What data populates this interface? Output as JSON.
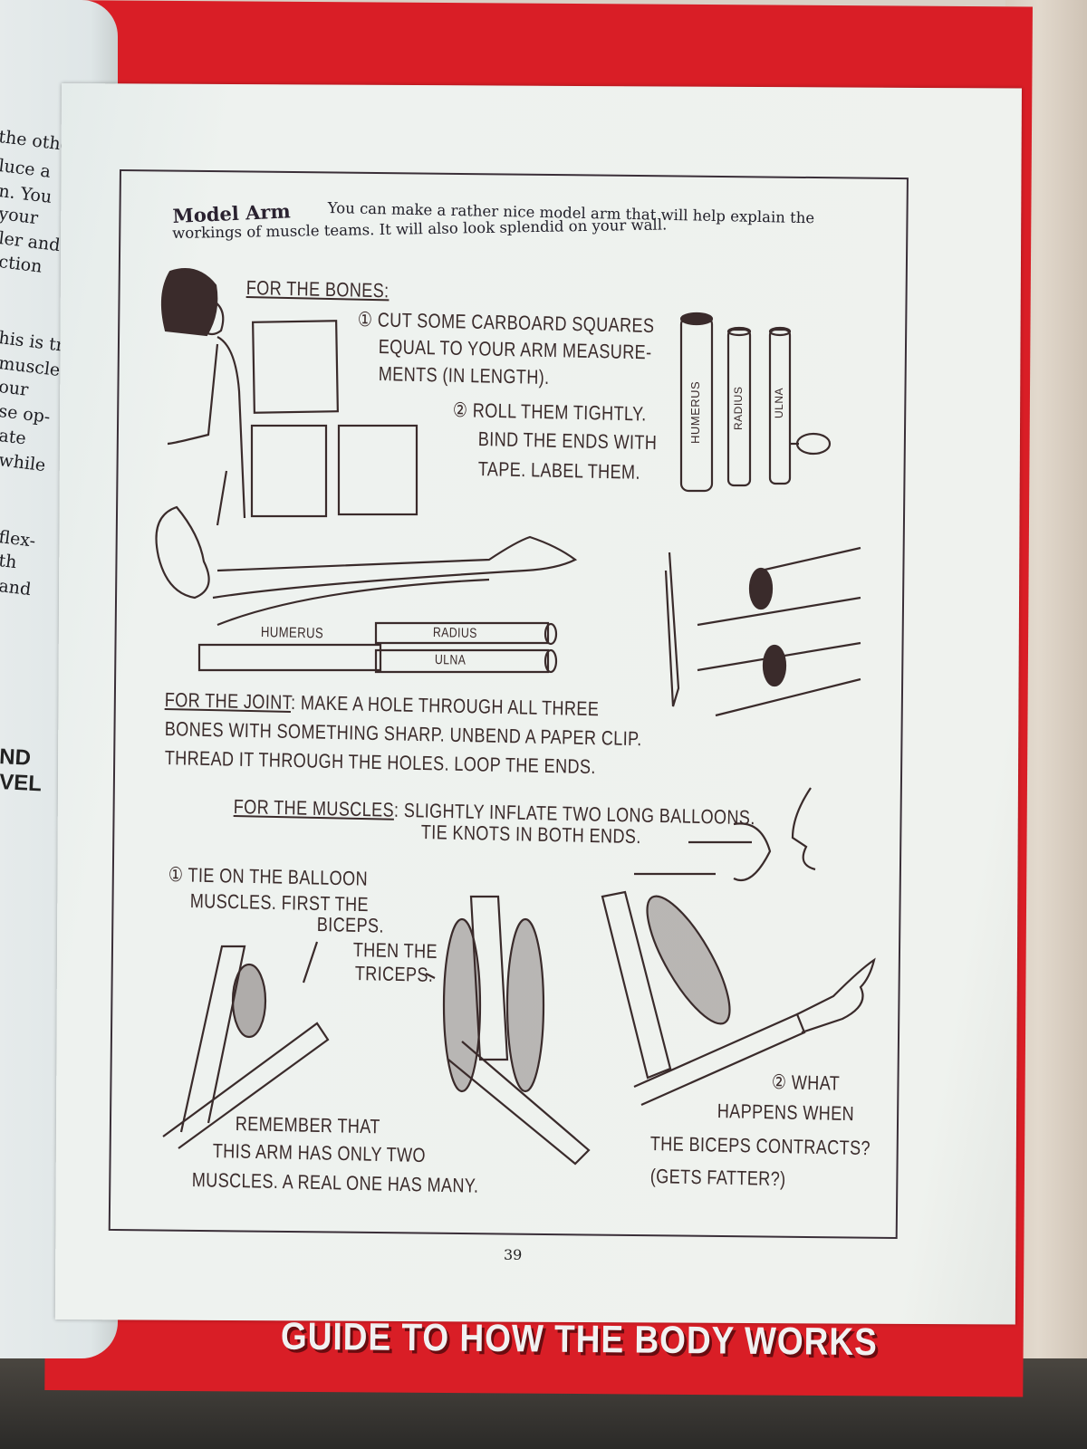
{
  "left_page": {
    "lines": [
      "the other",
      "luce a",
      "n.  You",
      "your",
      "ler and",
      "ction",
      "his is true",
      "muscles",
      "our",
      "se op-",
      "ate",
      "while",
      "flex-",
      "th",
      "and"
    ],
    "hand_lines": [
      "ND",
      "VEL"
    ]
  },
  "page": {
    "title": "Model Arm",
    "intro_line1": "You can make a rather nice model arm that will help explain the",
    "intro_line2": "workings of muscle teams.  It will also look splendid on your wall.",
    "bones_heading": "FOR THE BONES:",
    "bones_step1": [
      "① CUT  SOME CARBOARD SQUARES",
      "EQUAL TO YOUR ARM MEASURE-",
      "MENTS (IN LENGTH)."
    ],
    "bones_step2": [
      "② ROLL THEM TIGHTLY.",
      "BIND THE ENDS WITH",
      "TAPE. LABEL THEM."
    ],
    "bone_labels": {
      "humerus": "HUMERUS",
      "radius": "RADIUS",
      "ulna": "ULNA"
    },
    "joint_heading": "FOR THE JOINT",
    "joint_text": [
      ": MAKE  A  HOLE  THROUGH ALL  THREE",
      "BONES WITH  SOMETHING SHARP. UNBEND A PAPER CLIP.",
      "THREAD IT THROUGH THE HOLES.  LOOP THE ENDS."
    ],
    "muscles_heading": "FOR THE MUSCLES",
    "muscles_text": [
      ": SLIGHTLY  INFLATE  TWO LONG BALLOONS.",
      "TIE KNOTS IN BOTH ENDS."
    ],
    "muscle_step1": [
      "① TIE ON THE  BALLOON",
      "MUSCLES. FIRST THE",
      "BICEPS."
    ],
    "triceps_note": [
      "THEN THE",
      "TRICEPS."
    ],
    "remember_note": [
      "REMEMBER  THAT",
      "THIS ARM  HAS ONLY  TWO",
      "MUSCLES. A REAL ONE HAS MANY."
    ],
    "question": [
      "② WHAT",
      "HAPPENS WHEN",
      "THE BICEPS CONTRACTS?",
      "(GETS FATTER?)"
    ],
    "page_number": "39"
  },
  "cover": {
    "title_fragment": "GUIDE TO HOW THE BODY WORKS"
  },
  "colors": {
    "cover_red": "#d91e26",
    "ink": "#3a2b2b",
    "paper": "#eef2ef"
  }
}
